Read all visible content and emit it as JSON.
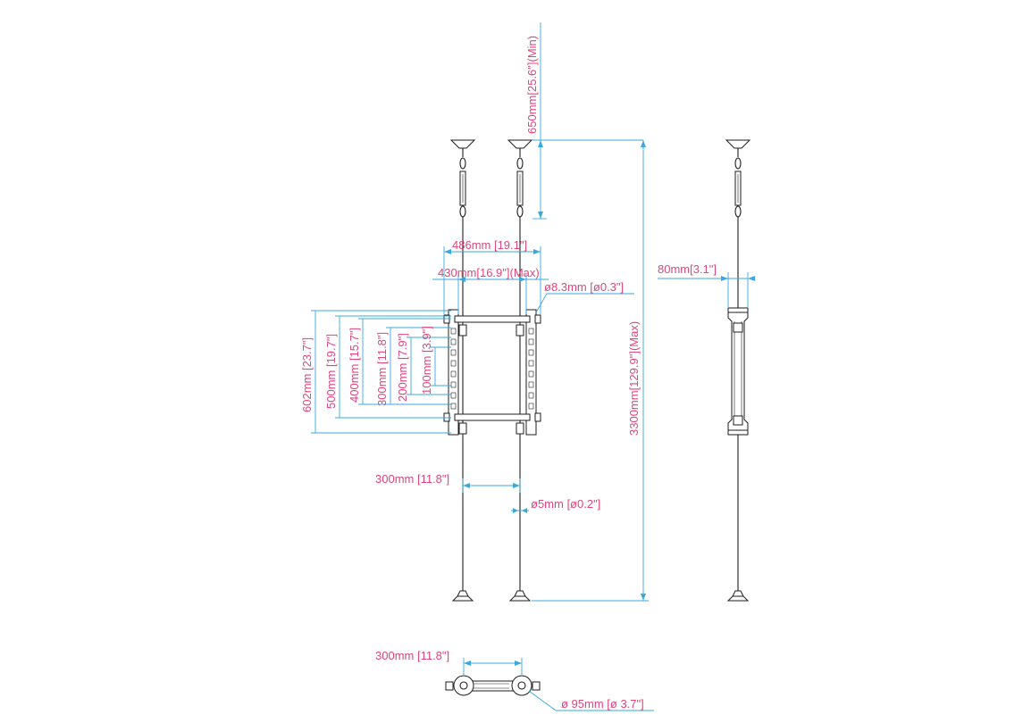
{
  "dimensions": {
    "min_drop": "650mm[25.6\"](Min)",
    "max_height": "3300mm[129.9\"](Max)",
    "frame_width": "486mm [19.1\"]",
    "max_span": "430mm[16.9\"](Max)",
    "hole_diameter": "ø8.3mm [ø0.3\"]",
    "side_depth": "80mm[3.1\"]",
    "v602": "602mm [23.7\"]",
    "v500": "500mm [19.7\"]",
    "v400": "400mm [15.7\"]",
    "v300": "300mm [11.8\"]",
    "v200": "200mm [7.9\"]",
    "v100": "100mm [3.9\"]",
    "pole_spacing": "300mm [11.8\"]",
    "pole_diameter": "ø5mm [ø0.2\"]",
    "base_spacing": "300mm [11.8\"]",
    "base_diameter": "ø 95mm [ø 3.7\"]"
  },
  "colors": {
    "dimension_text": "#e0457b",
    "dimension_line": "#3aa9e0",
    "outline": "#1e1e1e"
  }
}
